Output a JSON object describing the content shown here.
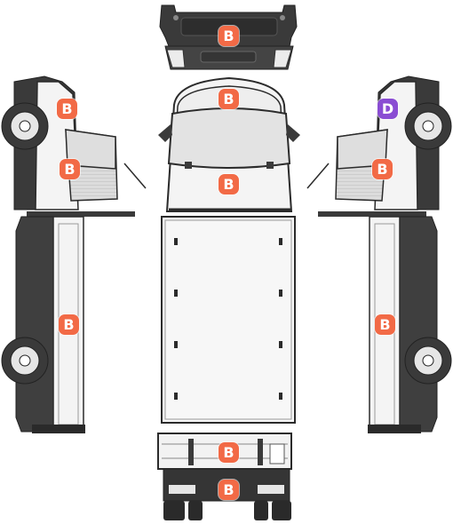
{
  "colors": {
    "category_b": "#f26a46",
    "category_d": "#8a4dd3",
    "body_dark": "#3b3b3b",
    "body_light": "#ececec",
    "outline": "#2b2b2b"
  },
  "markers": [
    {
      "id": "front-bumper",
      "label": "B",
      "category": "b"
    },
    {
      "id": "front-hood",
      "label": "B",
      "category": "b"
    },
    {
      "id": "front-windshield",
      "label": "B",
      "category": "b"
    },
    {
      "id": "left-cab-upper",
      "label": "B",
      "category": "b"
    },
    {
      "id": "left-cab-door",
      "label": "B",
      "category": "b"
    },
    {
      "id": "left-side-bed",
      "label": "B",
      "category": "b"
    },
    {
      "id": "right-cab-upper",
      "label": "D",
      "category": "d"
    },
    {
      "id": "right-cab-door",
      "label": "B",
      "category": "b"
    },
    {
      "id": "right-side-bed",
      "label": "B",
      "category": "b"
    },
    {
      "id": "rear-tailgate",
      "label": "B",
      "category": "b"
    },
    {
      "id": "rear-bumper",
      "label": "B",
      "category": "b"
    }
  ]
}
